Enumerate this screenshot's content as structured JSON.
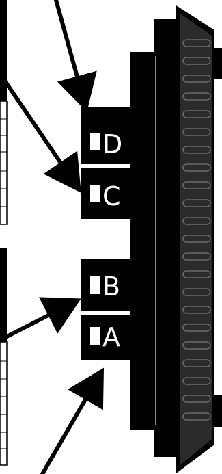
{
  "diagram": {
    "ports": [
      {
        "key": "d",
        "label": "D"
      },
      {
        "key": "c",
        "label": "C"
      },
      {
        "key": "b",
        "label": "B"
      },
      {
        "key": "a",
        "label": "A"
      }
    ],
    "colors": {
      "body": "#000000",
      "grip": "#2b2b2b",
      "ridge": "#6a6a6a",
      "background": "#ffffff",
      "indicator": "#ffffff"
    }
  }
}
